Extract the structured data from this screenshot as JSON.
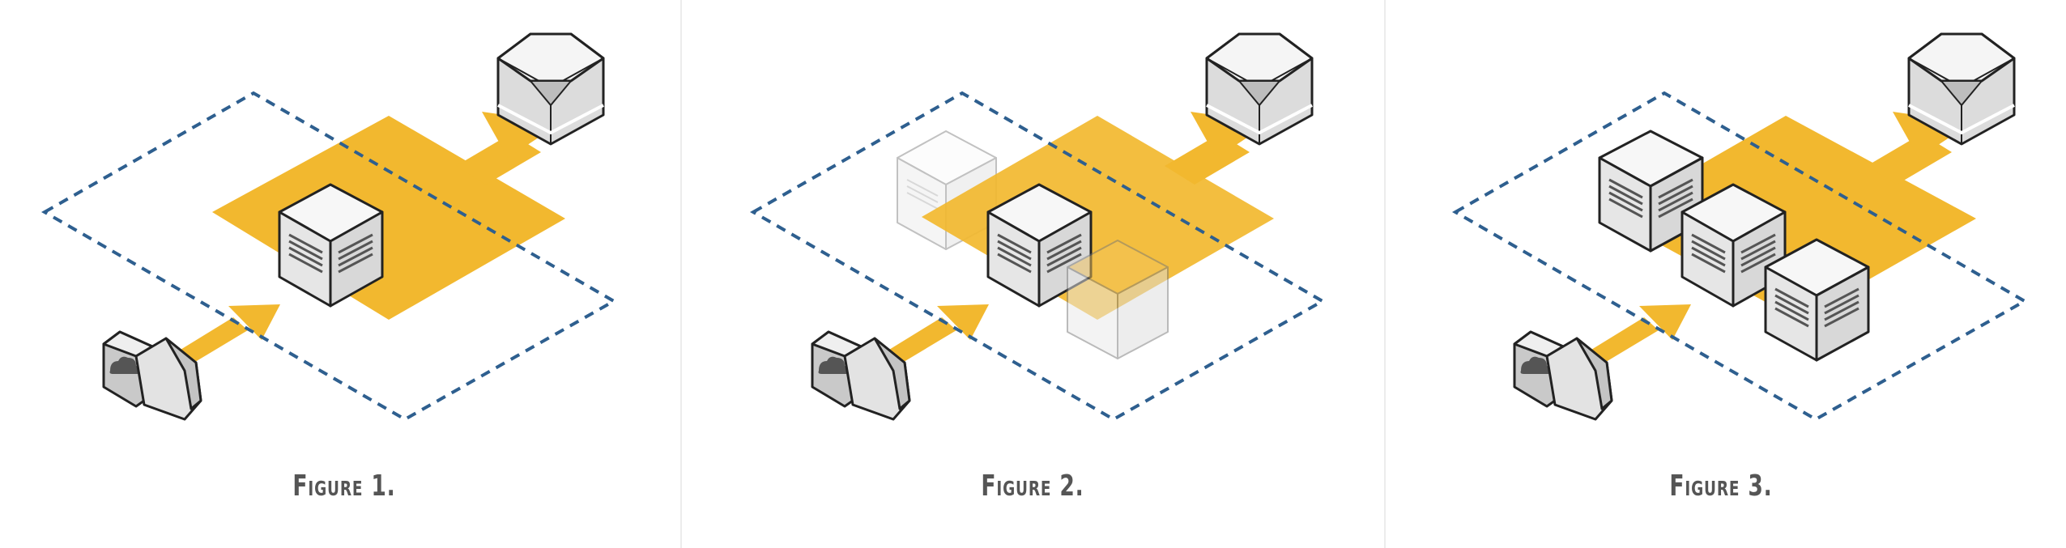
{
  "figures": [
    {
      "caption": "Figure 1."
    },
    {
      "caption": "Figure 2."
    },
    {
      "caption": "Figure 3."
    }
  ],
  "colors": {
    "highlight": "#f2b82f",
    "boundary": "#2e5f8f",
    "node_fill": "#ebebeb",
    "outline": "#222222",
    "caption_text": "#555555",
    "divider": "#ececec"
  },
  "icons": [
    "server-icon",
    "database-icon",
    "client-computer-icon",
    "cloud-icon"
  ]
}
